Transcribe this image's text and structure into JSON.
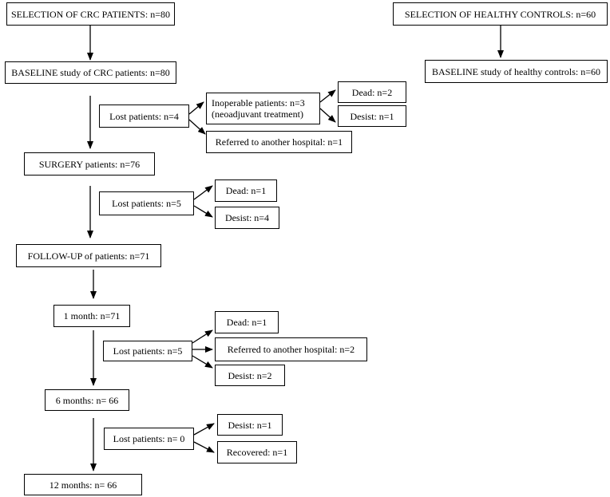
{
  "boxes": {
    "sel_crc": "SELECTION OF CRC PATIENTS: n=80",
    "sel_hc": "SELECTION OF HEALTHY CONTROLS: n=60",
    "baseline_crc": "BASELINE study of CRC patients: n=80",
    "baseline_hc": "BASELINE study of healthy controls: n=60",
    "lost1": "Lost patients: n=4",
    "inoperable_1": "Inoperable patients: n=3",
    "inoperable_2": "(neoadjuvant treatment)",
    "dead_a": "Dead: n=2",
    "desist_a": "Desist: n=1",
    "referred_a": "Referred to another hospital: n=1",
    "surgery": "SURGERY patients: n=76",
    "lost2": "Lost patients: n=5",
    "dead_b": "Dead: n=1",
    "desist_b": "Desist: n=4",
    "followup": "FOLLOW-UP of patients: n=71",
    "m1": "1 month: n=71",
    "lost3": "Lost patients: n=5",
    "dead_c": "Dead: n=1",
    "referred_c": "Referred to another hospital: n=2",
    "desist_c": "Desist: n=2",
    "m6": "6 months: n= 66",
    "lost4": "Lost patients: n= 0",
    "desist_d": "Desist: n=1",
    "recovered_d": "Recovered: n=1",
    "m12": "12 months: n= 66"
  }
}
